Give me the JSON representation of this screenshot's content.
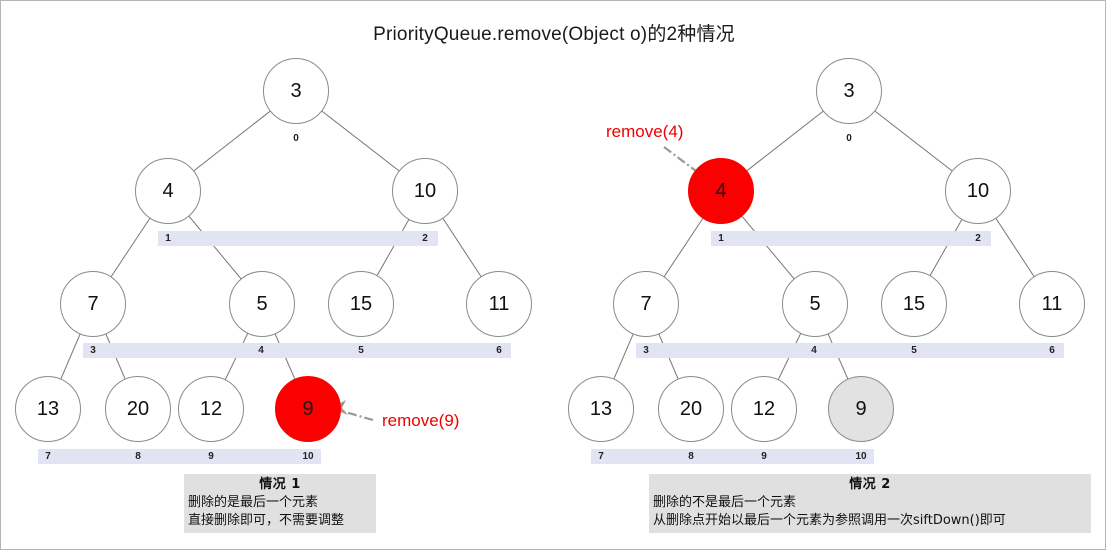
{
  "title": "PriorityQueue.remove(Object o)的2种情况",
  "colors": {
    "removed_node": "#FA0000",
    "reference_node": "#e2e2e2",
    "index_bar": "#e2e4f4",
    "caption_bg": "#e0e0e0",
    "callout_text": "#ef0000",
    "edge": "#777777"
  },
  "diagrams": [
    {
      "id": "case-1",
      "callout": "remove(9)",
      "nodes": [
        {
          "index": "0",
          "value": "3",
          "state": "normal"
        },
        {
          "index": "1",
          "value": "4",
          "state": "normal"
        },
        {
          "index": "2",
          "value": "10",
          "state": "normal"
        },
        {
          "index": "3",
          "value": "7",
          "state": "normal"
        },
        {
          "index": "4",
          "value": "5",
          "state": "normal"
        },
        {
          "index": "5",
          "value": "15",
          "state": "normal"
        },
        {
          "index": "6",
          "value": "11",
          "state": "normal"
        },
        {
          "index": "7",
          "value": "13",
          "state": "normal"
        },
        {
          "index": "8",
          "value": "20",
          "state": "normal"
        },
        {
          "index": "9",
          "value": "12",
          "state": "normal"
        },
        {
          "index": "10",
          "value": "9",
          "state": "removed"
        }
      ],
      "caption": {
        "heading": "情况 1",
        "lines": [
          "删除的是最后一个元素",
          "直接删除即可，不需要调整"
        ]
      }
    },
    {
      "id": "case-2",
      "callout": "remove(4)",
      "nodes": [
        {
          "index": "0",
          "value": "3",
          "state": "normal"
        },
        {
          "index": "1",
          "value": "4",
          "state": "removed"
        },
        {
          "index": "2",
          "value": "10",
          "state": "normal"
        },
        {
          "index": "3",
          "value": "7",
          "state": "normal"
        },
        {
          "index": "4",
          "value": "5",
          "state": "normal"
        },
        {
          "index": "5",
          "value": "15",
          "state": "normal"
        },
        {
          "index": "6",
          "value": "11",
          "state": "normal"
        },
        {
          "index": "7",
          "value": "13",
          "state": "normal"
        },
        {
          "index": "8",
          "value": "20",
          "state": "normal"
        },
        {
          "index": "9",
          "value": "12",
          "state": "normal"
        },
        {
          "index": "10",
          "value": "9",
          "state": "reference"
        }
      ],
      "caption": {
        "heading": "情况 2",
        "lines": [
          "删除的不是最后一个元素",
          "从删除点开始以最后一个元素为参照调用一次siftDown()即可"
        ]
      }
    }
  ]
}
